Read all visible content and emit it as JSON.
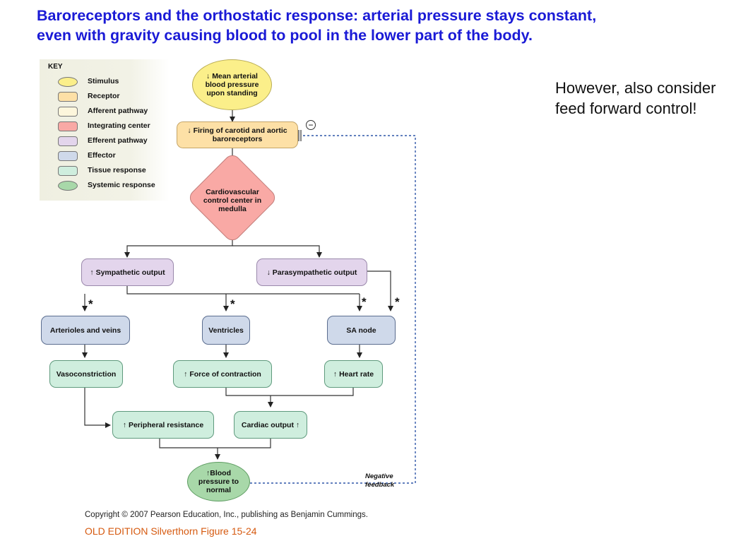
{
  "title": {
    "line1": "Baroreceptors and the orthostatic response:  arterial pressure stays constant,",
    "line2": "even with gravity causing blood to pool in the lower part of the body."
  },
  "side_note": "However, also consider feed forward control!",
  "key": {
    "title": "KEY",
    "items": [
      {
        "label": "Stimulus",
        "color": "#fbef8a",
        "shape": "oval"
      },
      {
        "label": "Receptor",
        "color": "#fde0a6",
        "shape": "rect"
      },
      {
        "label": "Afferent pathway",
        "color": "#fdf6dc",
        "shape": "rect"
      },
      {
        "label": "Integrating center",
        "color": "#f9a9a5",
        "shape": "rect"
      },
      {
        "label": "Efferent pathway",
        "color": "#e3d5ec",
        "shape": "rect"
      },
      {
        "label": "Effector",
        "color": "#cfd9ea",
        "shape": "rect"
      },
      {
        "label": "Tissue response",
        "color": "#cfeede",
        "shape": "rect"
      },
      {
        "label": "Systemic response",
        "color": "#a8d8a9",
        "shape": "oval"
      }
    ]
  },
  "nodes": {
    "stimulus": {
      "arrow": "↓",
      "text": "Mean arterial blood pressure upon standing"
    },
    "receptor": {
      "arrow": "↓",
      "text": "Firing of carotid and aortic baroreceptors"
    },
    "integrating": "Cardiovascular control center in medulla",
    "sympathetic": {
      "arrow": "↑",
      "text": "Sympathetic output"
    },
    "parasympathetic": {
      "arrow": "↓",
      "text": "Parasympathetic output"
    },
    "arterioles": "Arterioles and veins",
    "ventricles": "Ventricles",
    "sa_node": "SA node",
    "vasoconstriction": "Vasoconstriction",
    "force": {
      "arrow": "↑",
      "text": "Force of contraction"
    },
    "heart_rate": {
      "arrow": "↑",
      "text": "Heart rate"
    },
    "peripheral": {
      "arrow": "↑",
      "text": "Peripheral resistance"
    },
    "cardiac_output": {
      "arrow": "↑",
      "text": "Cardiac output"
    },
    "blood_pressure": {
      "arrow": "↑",
      "text": "Blood pressure to normal"
    }
  },
  "star": "*",
  "minus_sign": "−",
  "negative_feedback": {
    "line1": "Negative",
    "line2": "feedback"
  },
  "copyright": "Copyright © 2007 Pearson Education, Inc., publishing as Benjamin Cummings.",
  "edition": "OLD EDITION Silverthorn Figure 15-24"
}
